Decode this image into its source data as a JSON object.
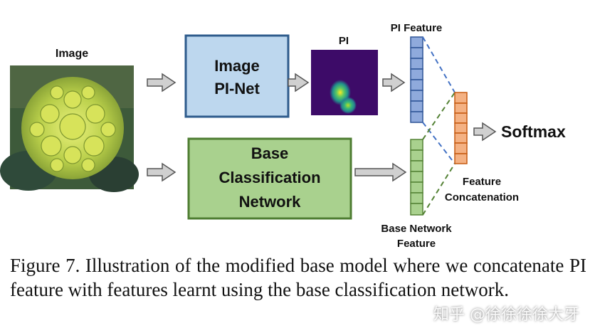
{
  "labels": {
    "image": "Image",
    "pi": "PI",
    "pi_feature": "PI Feature",
    "image_pinet_line1": "Image",
    "image_pinet_line2": "PI-Net",
    "base_line1": "Base",
    "base_line2": "Classification",
    "base_line3": "Network",
    "softmax": "Softmax",
    "feature_concat_line1": "Feature",
    "feature_concat_line2": "Concatenation",
    "base_feature_line1": "Base Network",
    "base_feature_line2": "Feature"
  },
  "caption": "Figure 7. Illustration of the modified base model where we concatenate PI feature with features learnt using the base classification network.",
  "watermark": "知乎 @徐徐徐徐大牙",
  "colors": {
    "pinet_fill": "#bdd7ee",
    "pinet_stroke": "#2e5b8c",
    "base_fill": "#a9d18e",
    "base_stroke": "#4e7d32",
    "pi_feature_fill": "#8faadc",
    "pi_feature_stroke": "#2f5597",
    "base_feature_fill": "#a9d18e",
    "base_feature_stroke": "#548235",
    "concat_fill": "#f4b183",
    "concat_stroke": "#c55a11",
    "pi_bg": "#3b0f70",
    "arrow_fill": "#d0d0d0",
    "arrow_stroke": "#555555"
  }
}
